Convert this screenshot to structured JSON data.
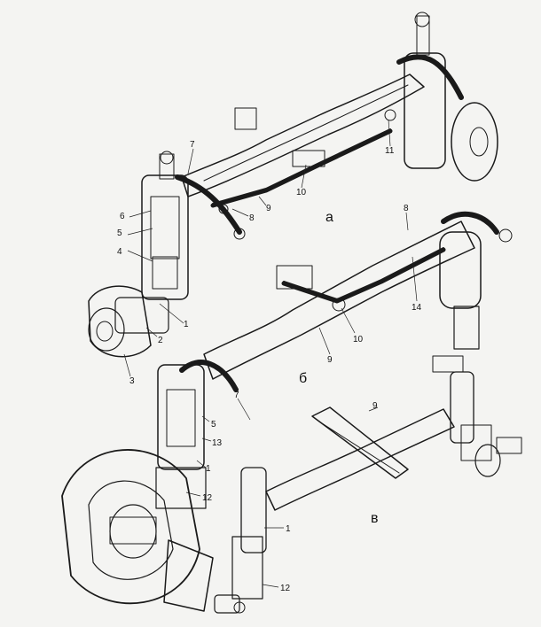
{
  "variants": [
    {
      "label": "а",
      "callouts": [
        "1",
        "2",
        "3",
        "4",
        "5",
        "6",
        "7",
        "8",
        "9",
        "10",
        "11"
      ]
    },
    {
      "label": "б",
      "callouts": [
        "5",
        "7",
        "8",
        "9",
        "10",
        "13",
        "14",
        "1",
        "12"
      ]
    },
    {
      "label": "в",
      "callouts": [
        "9",
        "1",
        "12"
      ]
    }
  ],
  "labels": {
    "a": "а",
    "b": "б",
    "v": "в",
    "c1a": "1",
    "c2": "2",
    "c3": "3",
    "c4": "4",
    "c5a": "5",
    "c6": "6",
    "c7a": "7",
    "c8a": "8",
    "c9a": "9",
    "c10a": "10",
    "c11": "11",
    "c8b": "8",
    "c14": "14",
    "c10b": "10",
    "c9b": "9",
    "c5b": "5",
    "c7b": "7",
    "c13": "13",
    "c1b": "1",
    "c12a": "12",
    "c9c": "9",
    "c1c": "1",
    "c12b": "12"
  }
}
